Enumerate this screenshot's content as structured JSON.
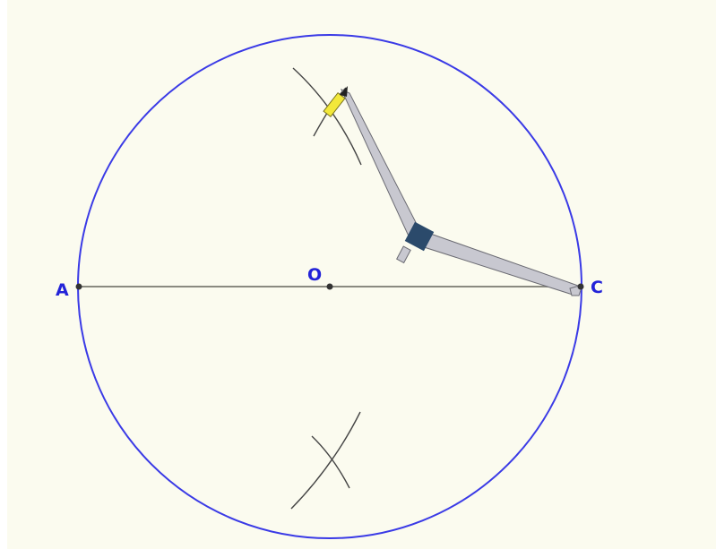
{
  "diagram": {
    "background_color": "#fbfbef",
    "circle_color": "#3a3ae6",
    "line_color": "#8a8a80",
    "point_color": "#333333",
    "arc_color": "#444444",
    "label_color": "#2323d8",
    "compass": {
      "arm_fill": "#c8c8d0",
      "arm_stroke": "#6a6a72",
      "hinge_color": "#2b4a6b",
      "pencil_color": "#f2e83a"
    },
    "points": {
      "A": {
        "label": "A"
      },
      "O": {
        "label": "O"
      },
      "C": {
        "label": "C"
      }
    }
  }
}
